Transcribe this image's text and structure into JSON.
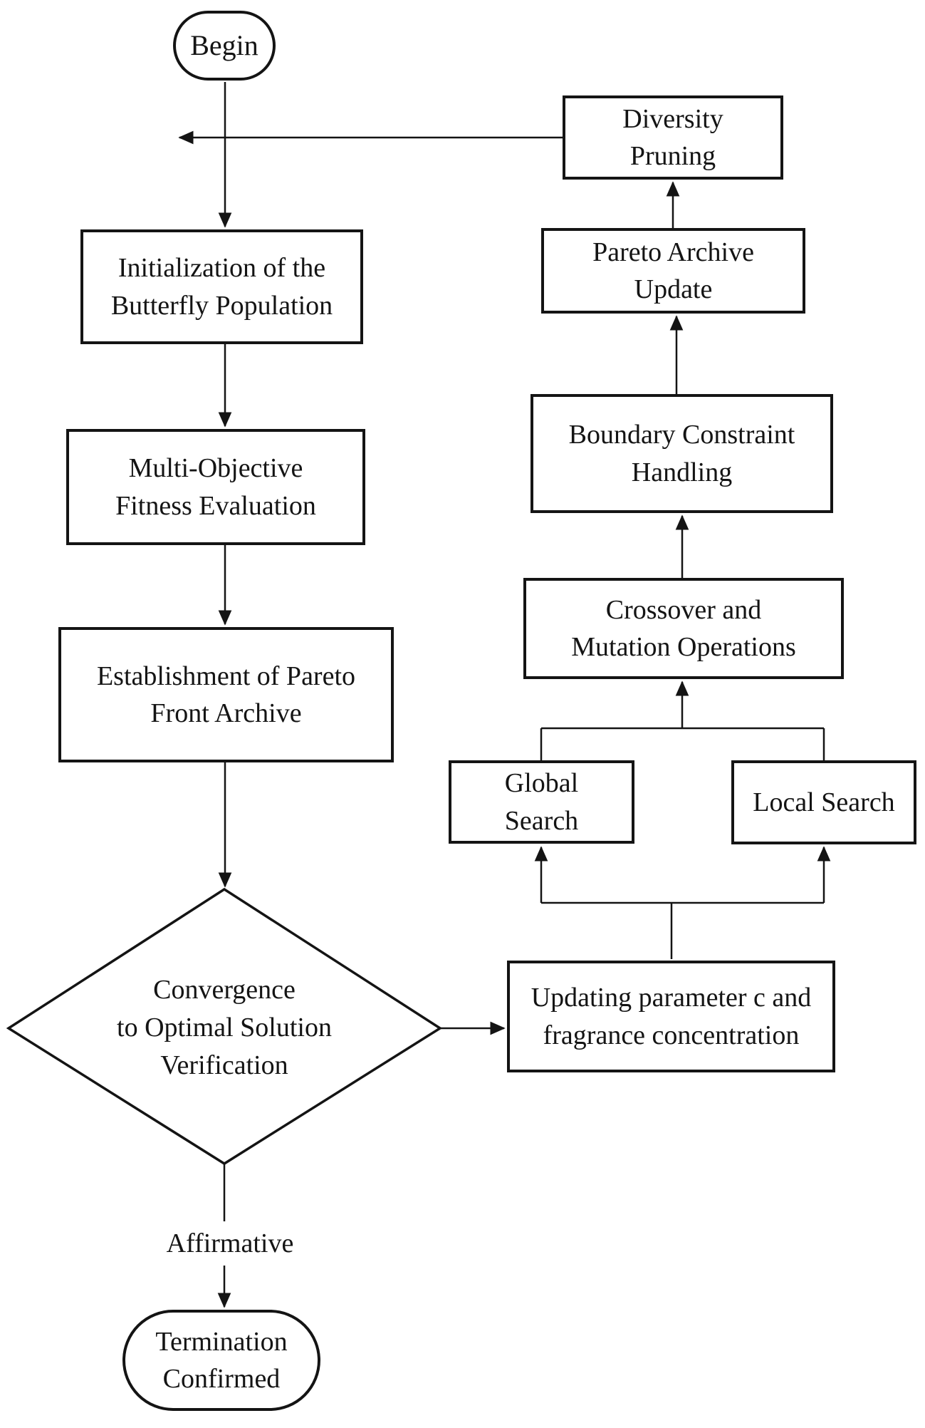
{
  "colors": {
    "ink": "#141414",
    "background": "#ffffff"
  },
  "nodes": {
    "begin": {
      "label": "Begin"
    },
    "diversity_pruning": {
      "lines": [
        "Diversity",
        "Pruning"
      ]
    },
    "initialization": {
      "lines": [
        "Initialization of the",
        "Butterfly Population"
      ]
    },
    "pareto_archive_update": {
      "lines": [
        "Pareto Archive",
        "Update"
      ]
    },
    "fitness_evaluation": {
      "lines": [
        "Multi-Objective",
        "Fitness Evaluation"
      ]
    },
    "boundary_handling": {
      "lines": [
        "Boundary Constraint",
        "Handling"
      ]
    },
    "establishment_archive": {
      "lines": [
        "Establishment of Pareto",
        "Front Archive"
      ]
    },
    "crossover_mutation": {
      "lines": [
        "Crossover and",
        "Mutation Operations"
      ]
    },
    "global_search": {
      "lines": [
        "Global",
        "Search"
      ]
    },
    "local_search": {
      "lines": [
        "Local Search"
      ]
    },
    "convergence_decision": {
      "lines": [
        "Convergence",
        "to Optimal Solution",
        "Verification"
      ]
    },
    "updating_parameters": {
      "lines": [
        "Updating parameter c and",
        "fragrance concentration"
      ]
    },
    "branch_label": {
      "label": "Affirmative"
    },
    "termination": {
      "lines": [
        "Termination",
        "Confirmed"
      ]
    }
  }
}
